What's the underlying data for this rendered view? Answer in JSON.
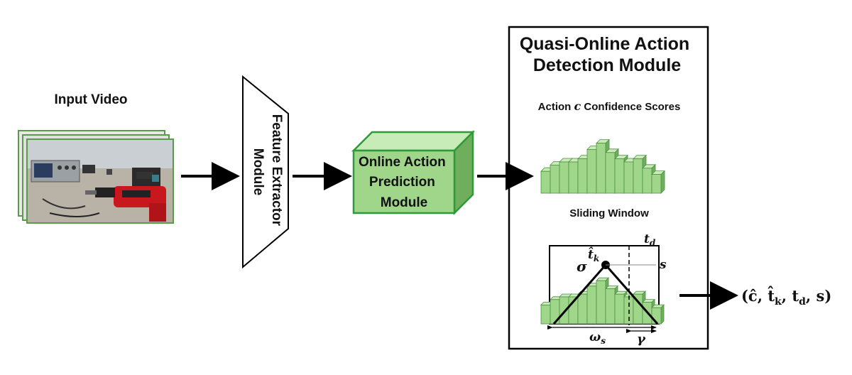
{
  "input": {
    "title": "Input Video"
  },
  "feature_extractor": {
    "label_line1": "Feature Extractor",
    "label_line2": "Module"
  },
  "online_prediction": {
    "line1": "Online Action",
    "line2": "Prediction",
    "line3": "Module"
  },
  "detection_module": {
    "title_line1": "Quasi-Online Action",
    "title_line2": "Detection Module",
    "confidence_prefix": "Action ",
    "confidence_var": "c",
    "confidence_suffix": " Confidence Scores",
    "sliding_label": "Sliding Window"
  },
  "symbols": {
    "t_d": "t",
    "t_d_sub": "d",
    "t_k_hat": "t̂",
    "t_k_sub": "k",
    "sigma": "σ",
    "s": "s",
    "omega": "ω",
    "omega_sub": "s",
    "gamma": "γ"
  },
  "output": {
    "tuple": "(ĉ, t̂",
    "tuple_k": "k",
    "tuple_mid": ", t",
    "tuple_d": "d",
    "tuple_end": ", s)"
  },
  "colors": {
    "bar_front": "#9fd68a",
    "bar_top": "#c8ecb8",
    "bar_side": "#6fae5c",
    "cube_border": "#2e9a3a",
    "arrow": "#000000"
  },
  "chart_data": {
    "type": "bar",
    "confidence_scores": [
      0.35,
      0.45,
      0.5,
      0.5,
      0.55,
      0.7,
      0.8,
      0.65,
      0.55,
      0.5,
      0.55,
      0.4,
      0.3
    ],
    "sliding_window_scores": [
      0.35,
      0.45,
      0.5,
      0.5,
      0.55,
      0.7,
      0.8,
      0.65,
      0.55,
      0.5,
      0.55,
      0.4,
      0.3
    ]
  }
}
